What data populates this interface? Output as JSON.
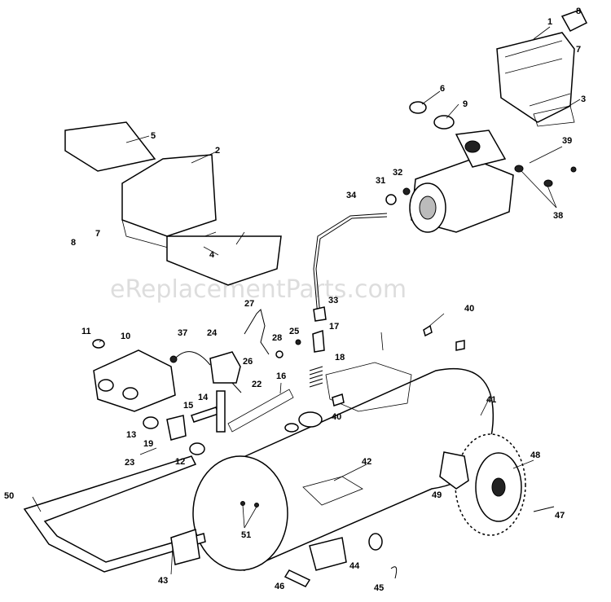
{
  "watermark": "eReplacementParts.com",
  "labels": [
    {
      "id": "1",
      "text": "1"
    },
    {
      "id": "2",
      "text": "2"
    },
    {
      "id": "3",
      "text": "3"
    },
    {
      "id": "4",
      "text": "4"
    },
    {
      "id": "5",
      "text": "5"
    },
    {
      "id": "6",
      "text": "6"
    },
    {
      "id": "7a",
      "text": "7"
    },
    {
      "id": "7b",
      "text": "7"
    },
    {
      "id": "8a",
      "text": "8"
    },
    {
      "id": "8b",
      "text": "8"
    },
    {
      "id": "9",
      "text": "9"
    },
    {
      "id": "10",
      "text": "10"
    },
    {
      "id": "11",
      "text": "11"
    },
    {
      "id": "12",
      "text": "12"
    },
    {
      "id": "13",
      "text": "13"
    },
    {
      "id": "14",
      "text": "14"
    },
    {
      "id": "15",
      "text": "15"
    },
    {
      "id": "16",
      "text": "16"
    },
    {
      "id": "17",
      "text": "17"
    },
    {
      "id": "18",
      "text": "18"
    },
    {
      "id": "19",
      "text": "19"
    },
    {
      "id": "22",
      "text": "22"
    },
    {
      "id": "23",
      "text": "23"
    },
    {
      "id": "24",
      "text": "24"
    },
    {
      "id": "25",
      "text": "25"
    },
    {
      "id": "26",
      "text": "26"
    },
    {
      "id": "27",
      "text": "27"
    },
    {
      "id": "28",
      "text": "28"
    },
    {
      "id": "31",
      "text": "31"
    },
    {
      "id": "32",
      "text": "32"
    },
    {
      "id": "33",
      "text": "33"
    },
    {
      "id": "34",
      "text": "34"
    },
    {
      "id": "37",
      "text": "37"
    },
    {
      "id": "38",
      "text": "38"
    },
    {
      "id": "39",
      "text": "39"
    },
    {
      "id": "40a",
      "text": "40"
    },
    {
      "id": "40b",
      "text": "40"
    },
    {
      "id": "41",
      "text": "41"
    },
    {
      "id": "42",
      "text": "42"
    },
    {
      "id": "43",
      "text": "43"
    },
    {
      "id": "44",
      "text": "44"
    },
    {
      "id": "45",
      "text": "45"
    },
    {
      "id": "46",
      "text": "46"
    },
    {
      "id": "47",
      "text": "47"
    },
    {
      "id": "48",
      "text": "48"
    },
    {
      "id": "49",
      "text": "49"
    },
    {
      "id": "50",
      "text": "50"
    },
    {
      "id": "51",
      "text": "51"
    }
  ]
}
